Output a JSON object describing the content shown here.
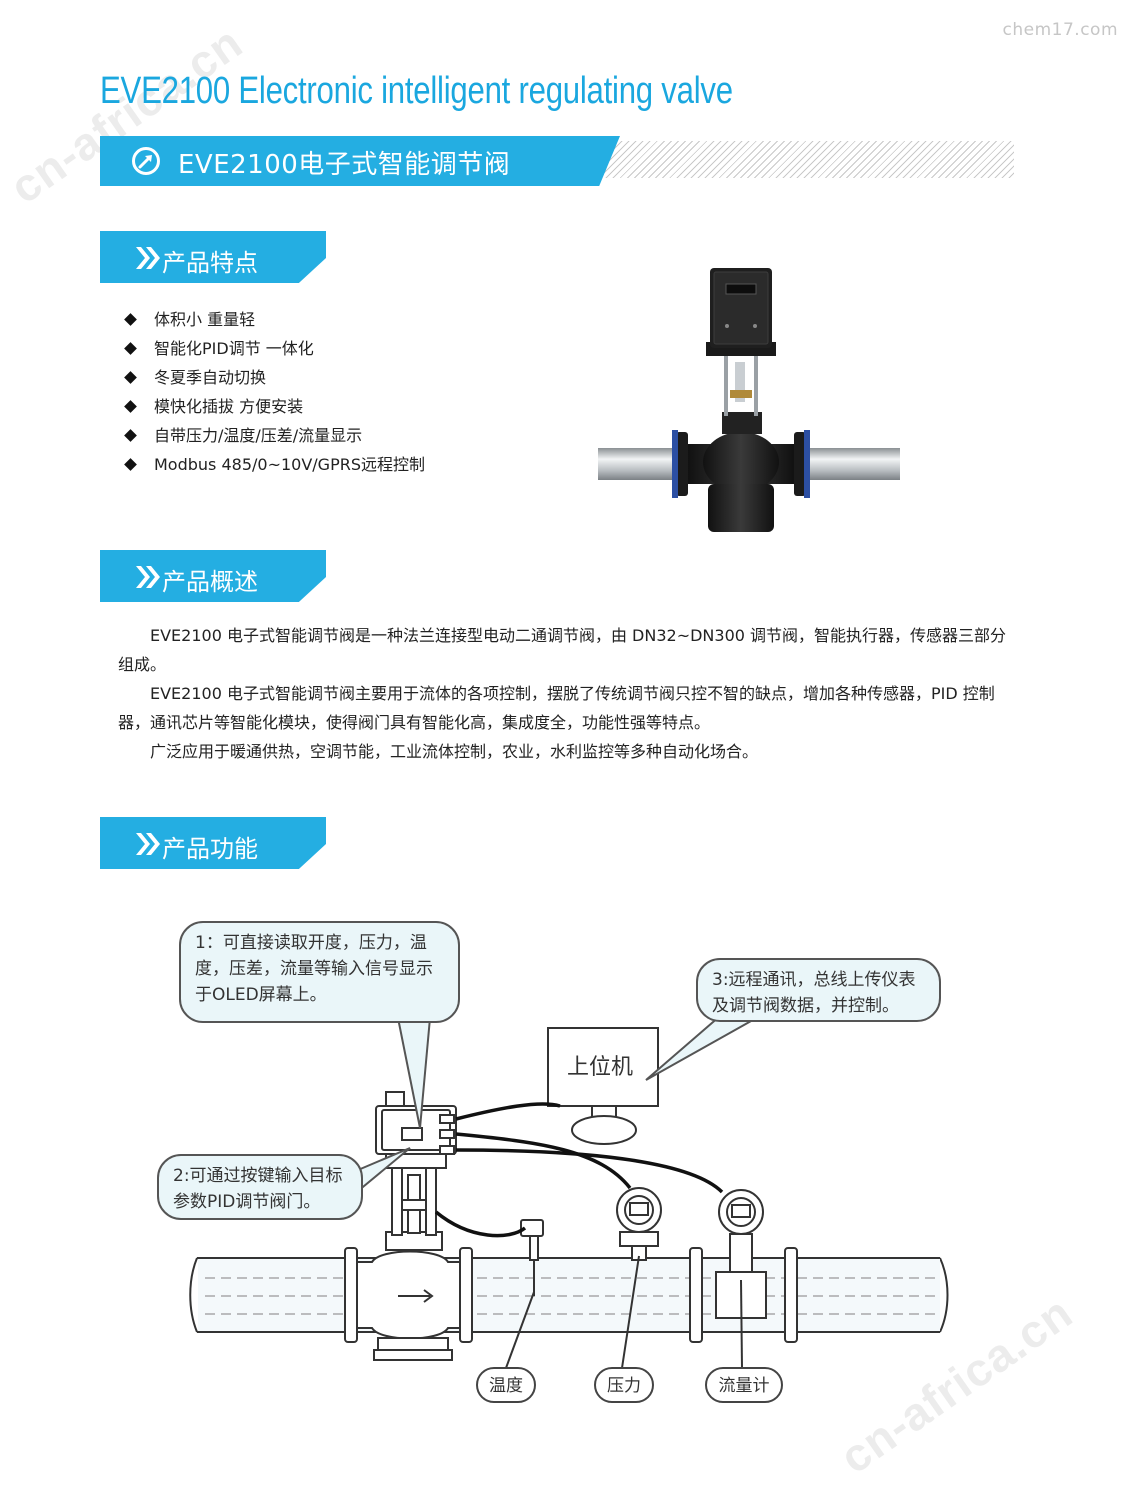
{
  "watermark": {
    "site": "chem17.com",
    "diagonal": "cn-africa.cn"
  },
  "header": {
    "en_title": "EVE2100 Electronic intelligent regulating valve",
    "zh_title": "EVE2100电子式智能调节阀",
    "accent_color": "#24aee2",
    "icon": "gauge-icon"
  },
  "features": {
    "title": "产品特点",
    "items": [
      "体积小 重量轻",
      "智能化PID调节 一体化",
      "冬夏季自动切换",
      "模快化插拔 方便安装",
      "自带压力/温度/压差/流量显示",
      "Modbus 485/0~10V/GPRS远程控制"
    ]
  },
  "overview": {
    "title": "产品概述",
    "paragraphs": [
      "EVE2100 电子式智能调节阀是一种法兰连接型电动二通调节阀，由 DN32~DN300 调节阀，智能执行器，传感器三部分组成。",
      "EVE2100 电子式智能调节阀主要用于流体的各项控制，摆脱了传统调节阀只控不智的缺点，增加各种传感器，PID 控制器，通讯芯片等智能化模块，使得阀门具有智能化高，集成度全，功能性强等特点。",
      "广泛应用于暖通供热，空调节能，工业流体控制，农业，水利监控等多种自动化场合。"
    ]
  },
  "functions": {
    "title": "产品功能",
    "callouts": [
      "1：可直接读取开度，压力，温度，压差，流量等输入信号显示于OLED屏幕上。",
      "2:可通过按键输入目标参数PID调节阀门。",
      "3:远程通讯，总线上传仪表及调节阀数据，并控制。"
    ],
    "host_label": "上位机",
    "sensor_labels": [
      "温度",
      "压力",
      "流量计"
    ]
  }
}
